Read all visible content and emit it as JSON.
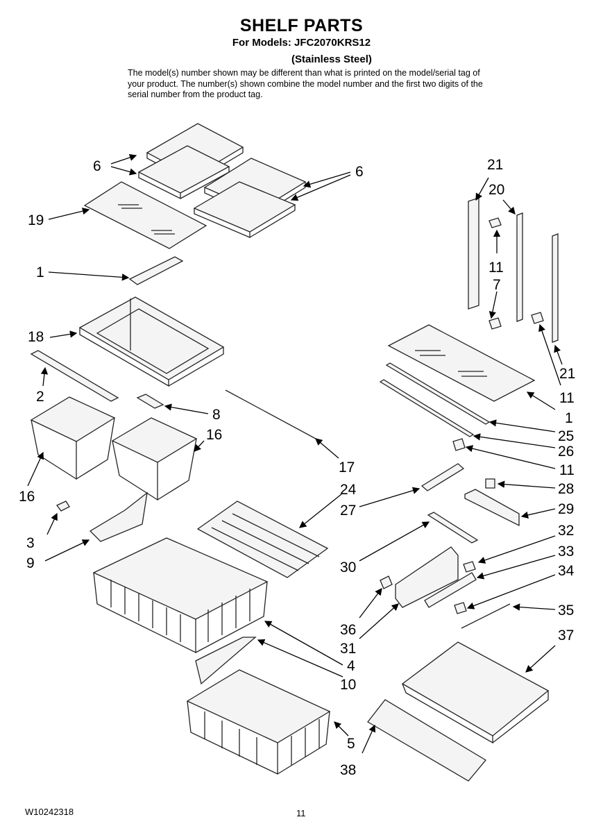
{
  "header": {
    "title": "SHELF PARTS",
    "models_line": "For Models: JFC2070KRS12",
    "finish_line": "(Stainless Steel)",
    "note": "The model(s) number shown may be different than what is printed on the model/serial tag of your product. The number(s) shown combine the model number and the first two digits of the serial number from the product tag."
  },
  "callouts": [
    "6",
    "6",
    "19",
    "1",
    "18",
    "2",
    "8",
    "16",
    "16",
    "17",
    "3",
    "9",
    "4",
    "10",
    "5",
    "24",
    "27",
    "30",
    "36",
    "31",
    "38",
    "21",
    "20",
    "11",
    "7",
    "21",
    "11",
    "1",
    "25",
    "26",
    "11",
    "28",
    "29",
    "32",
    "33",
    "34",
    "35",
    "37"
  ],
  "footer": {
    "doc_number": "W10242318",
    "page_number": "11"
  }
}
